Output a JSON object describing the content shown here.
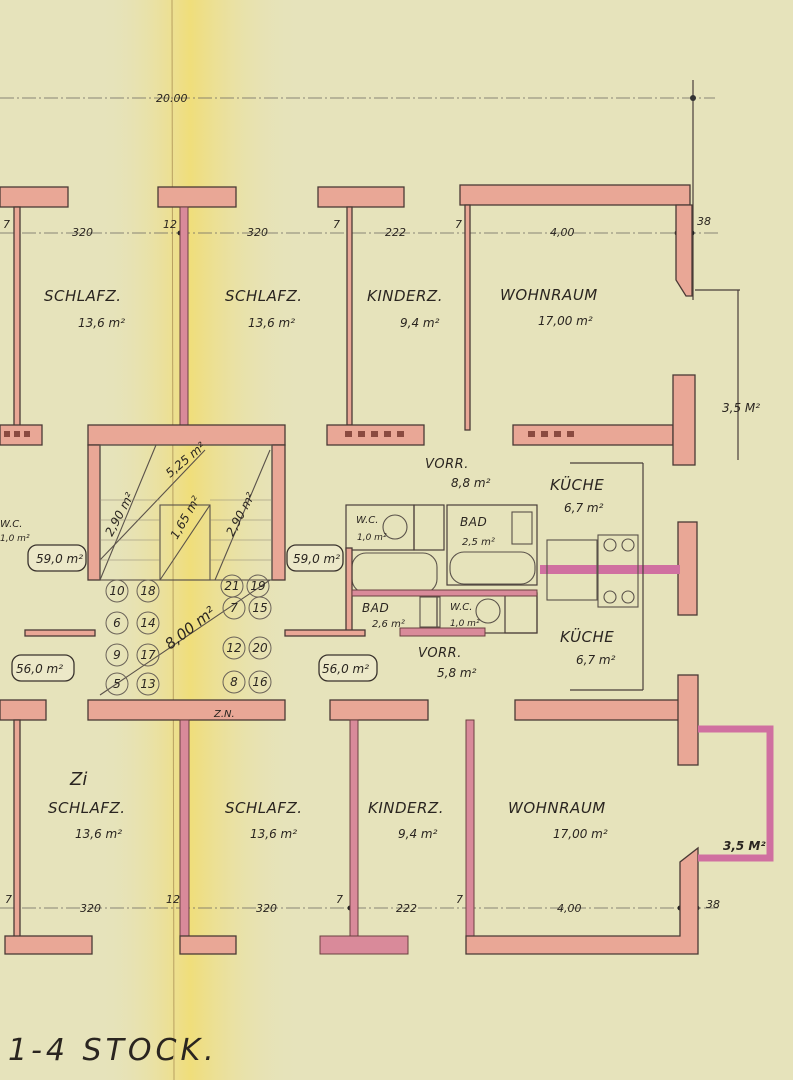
{
  "title": "1-4 STOCK.",
  "overall_dimension": "20.00",
  "colors": {
    "paper": "#e6e3bb",
    "wall": "#e9a796",
    "new_wall": "#d98a9a",
    "ink": "#2a2520",
    "yellow_fold": "#f2dc6a"
  },
  "top_dimensions": [
    "7",
    "320",
    "12",
    "320",
    "7",
    "222",
    "7",
    "4,00",
    "38"
  ],
  "bottom_dimensions": [
    "7",
    "320",
    "12",
    "320",
    "7",
    "222",
    "7",
    "4,00",
    "38"
  ],
  "upper_rooms": [
    {
      "name": "SCHLAFZ.",
      "area": "13,6 m²"
    },
    {
      "name": "SCHLAFZ.",
      "area": "13,6 m²"
    },
    {
      "name": "KINDERZ.",
      "area": "9,4 m²"
    },
    {
      "name": "WOHNRAUM",
      "area": "17,00 m²"
    }
  ],
  "lower_rooms": [
    {
      "name": "SCHLAFZ.",
      "area": "13,6 m²"
    },
    {
      "name": "SCHLAFZ.",
      "area": "13,6 m²"
    },
    {
      "name": "KINDERZ.",
      "area": "9,4 m²"
    },
    {
      "name": "WOHNRAUM",
      "area": "17,00 m²"
    }
  ],
  "service_rooms": {
    "vorr_upper": {
      "name": "VORR.",
      "area": "8,8 m²"
    },
    "kueche_upper": {
      "name": "KÜCHE",
      "area": "6,7 m²"
    },
    "wc_upper": {
      "name": "W.C.",
      "area": "1,0 m²"
    },
    "bad_upper": {
      "name": "BAD",
      "area": "2,5 m²"
    },
    "bad_lower": {
      "name": "BAD",
      "area": "2,6 m²"
    },
    "wc_lower": {
      "name": "W.C.",
      "area": "1,0 m²"
    },
    "vorr_lower": {
      "name": "VORR.",
      "area": "5,8 m²"
    },
    "kueche_lower": {
      "name": "KÜCHE",
      "area": "6,7 m²"
    },
    "wc_left": {
      "name": "W.C.",
      "area": "1,0 m²"
    }
  },
  "balcony_upper": "3,5 M²",
  "balcony_lower": "3,5 M²",
  "apartment_areas": {
    "left_upper": "59,0 m²",
    "right_upper": "59,0 m²",
    "left_lower": "56,0 m²",
    "right_lower": "56,0 m²"
  },
  "stair": {
    "flight_left": "2,90 m²",
    "flight_right": "2,90 m²",
    "landing_top": "5,25 m²",
    "eye": "1,65 m²",
    "landing": "8,00 m²",
    "zin": "Z.N."
  },
  "stair_numbers": [
    "10",
    "18",
    "6",
    "14",
    "9",
    "17",
    "5",
    "13",
    "21",
    "19",
    "7",
    "15",
    "12",
    "20",
    "8",
    "16"
  ],
  "handwritten_mark": "Zi"
}
